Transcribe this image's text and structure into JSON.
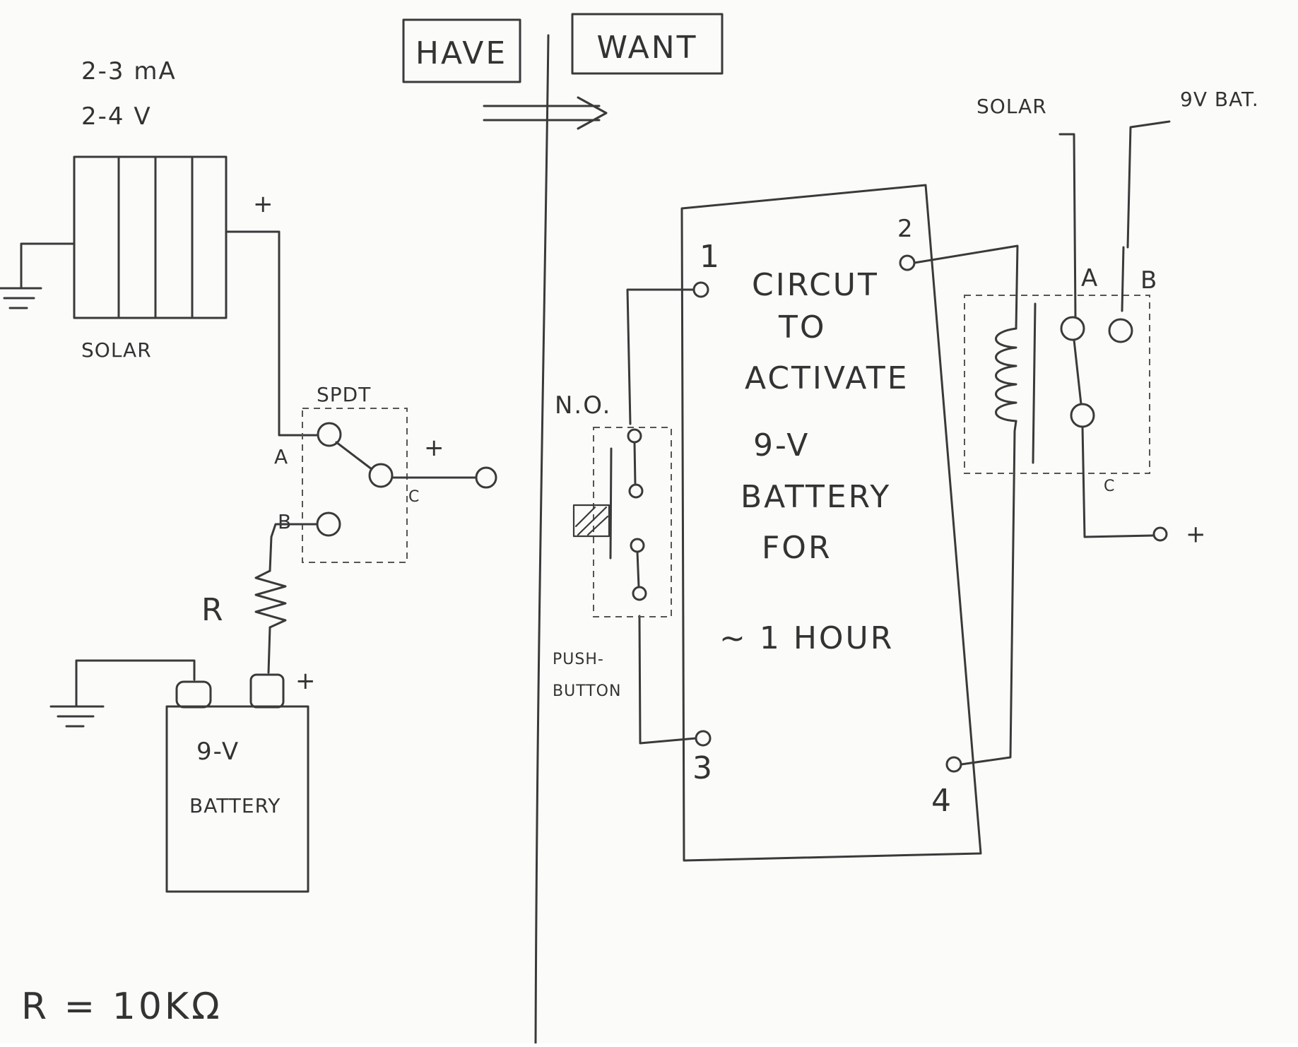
{
  "header": {
    "have": "HAVE",
    "want": "WANT"
  },
  "have": {
    "solar_current": "2-3 mA",
    "solar_voltage": "2-4 V",
    "solar_plus": "+",
    "solar_label": "SOLAR",
    "switch_label": "SPDT",
    "terminal_a": "A",
    "terminal_b": "B",
    "terminal_c": "C",
    "output_plus": "+",
    "resistor_label": "R",
    "battery_plus": "+",
    "battery_label_1": "9-V",
    "battery_label_2": "BATTERY",
    "resistor_value": "R = 10KΩ"
  },
  "want": {
    "solar_label": "SOLAR",
    "battery_label": "9V BAT.",
    "pin_1": "1",
    "pin_2": "2",
    "pin_3": "3",
    "pin_4": "4",
    "circuit_lines": [
      "CIRCUT",
      "TO",
      "ACTIVATE",
      "9-V",
      "BATTERY",
      "FOR",
      "~ 1 HOUR"
    ],
    "button_type": "N.O.",
    "button_label_1": "PUSH-",
    "button_label_2": "BUTTON",
    "relay_a": "A",
    "relay_b": "B",
    "relay_c": "C",
    "output_plus": "+"
  }
}
